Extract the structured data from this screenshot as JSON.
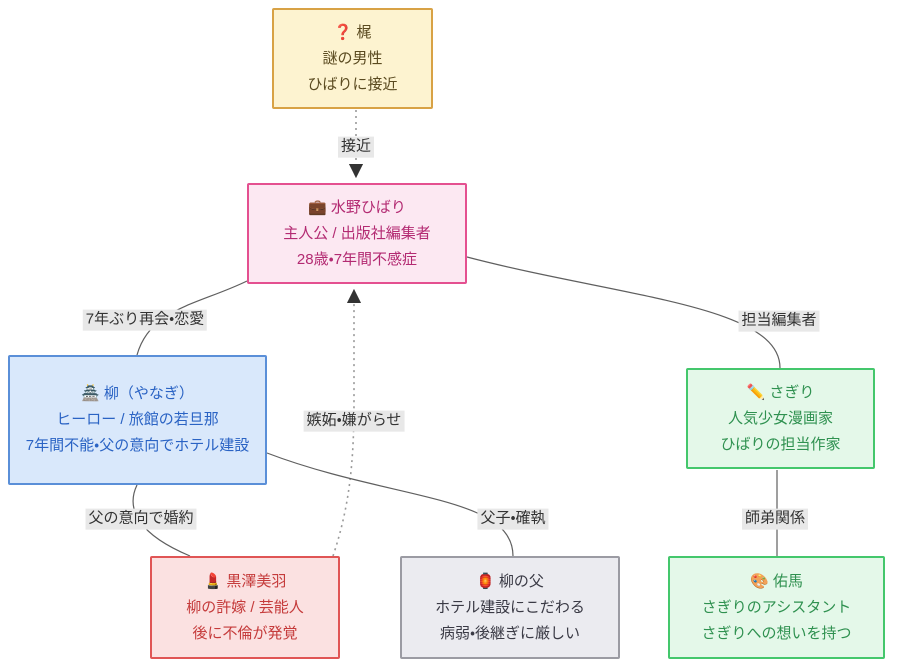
{
  "diagram_type": "character-relationship-flowchart",
  "nodes": {
    "kaji": {
      "icon": "❓",
      "name": "梶",
      "desc1": "謎の男性",
      "desc2": "ひばりに接近"
    },
    "hibari": {
      "icon": "💼",
      "name": "水野ひばり",
      "desc1": "主人公 / 出版社編集者",
      "desc2": "28歳・7年間不感症"
    },
    "yanagi": {
      "icon": "🏯",
      "name": "柳（やなぎ）",
      "desc1": "ヒーロー / 旅館の若旦那",
      "desc2": "7年間不能・父の意向でホテル建設"
    },
    "sagiri": {
      "icon": "✏️",
      "name": "さぎり",
      "desc1": "人気少女漫画家",
      "desc2": "ひばりの担当作家"
    },
    "miu": {
      "icon": "💄",
      "name": "黒澤美羽",
      "desc1": "柳の許嫁 / 芸能人",
      "desc2": "後に不倫が発覚"
    },
    "father": {
      "icon": "🏮",
      "name": "柳の父",
      "desc1": "ホテル建設にこだわる",
      "desc2": "病弱・後継ぎに厳しい"
    },
    "yuma": {
      "icon": "🎨",
      "name": "佑馬",
      "desc1": "さぎりのアシスタント",
      "desc2": "さぎりへの想いを持つ"
    }
  },
  "edges": {
    "kaji_hibari": {
      "from": "梶",
      "to": "水野ひばり",
      "label": "接近",
      "style": "dotted-arrow"
    },
    "hibari_yanagi": {
      "from": "水野ひばり",
      "to": "柳（やなぎ）",
      "label": "7年ぶり再会・恋愛",
      "style": "solid"
    },
    "hibari_sagiri": {
      "from": "水野ひばり",
      "to": "さぎり",
      "label": "担当編集者",
      "style": "solid"
    },
    "miu_hibari": {
      "from": "黒澤美羽",
      "to": "水野ひばり",
      "label": "嫉妬・嫌がらせ",
      "style": "dotted-arrow"
    },
    "yanagi_miu": {
      "from": "柳（やなぎ）",
      "to": "黒澤美羽",
      "label": "父の意向で婚約",
      "style": "solid"
    },
    "yanagi_father": {
      "from": "柳（やなぎ）",
      "to": "柳の父",
      "label": "父子・確執",
      "style": "solid"
    },
    "sagiri_yuma": {
      "from": "さぎり",
      "to": "佑馬",
      "label": "師弟関係",
      "style": "solid"
    }
  },
  "palette": {
    "mystery_node": {
      "fill": "#fdf3d0",
      "border": "#d8a245",
      "text": "#5a4a20"
    },
    "heroine_node": {
      "fill": "#fce8f2",
      "border": "#e45090",
      "text": "#b32a72"
    },
    "hero_node": {
      "fill": "#d9e8fb",
      "border": "#5a8fd8",
      "text": "#2a63c4"
    },
    "support_node": {
      "fill": "#e4f8e9",
      "border": "#44c76c",
      "text": "#2f9150"
    },
    "rival_node": {
      "fill": "#fbe1e1",
      "border": "#e05555",
      "text": "#c53b3b"
    },
    "father_node": {
      "fill": "#ebebf0",
      "border": "#9b9ba3",
      "text": "#3a3a45"
    },
    "edge_line": "#5f5f5f",
    "edge_dotted": "#999999",
    "edge_label_bg": "#e8e8e8",
    "edge_label_text": "#333333",
    "canvas_bg": "#ffffff"
  }
}
